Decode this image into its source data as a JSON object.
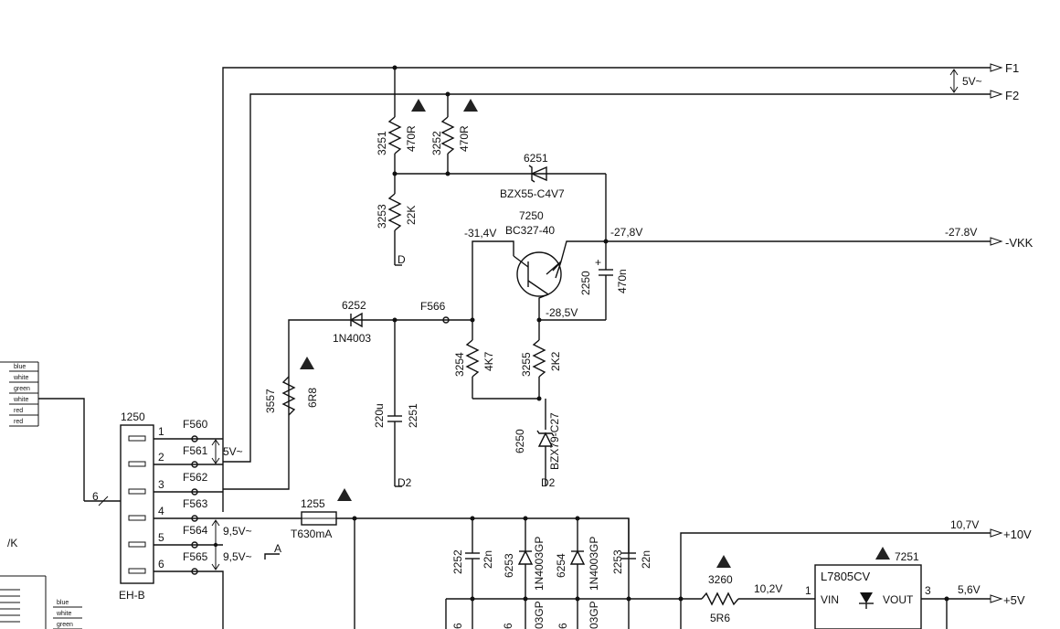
{
  "connectors": {
    "main": {
      "ref": "1250",
      "type": "EH-B",
      "pins": [
        "1",
        "2",
        "3",
        "4",
        "5",
        "6"
      ]
    },
    "bundle": "6",
    "cable_top": [
      "blue",
      "white",
      "green",
      "white",
      "red",
      "red"
    ],
    "cable_bottom": [
      "blue",
      "white",
      "green"
    ],
    "left_label": "/K"
  },
  "fuses": {
    "F560": "F560",
    "F561": "F561",
    "F562": "F562",
    "F563": "F563",
    "F564": "F564",
    "F565": "F565",
    "F566": "F566"
  },
  "nets": {
    "F1": "F1",
    "F2": "F2",
    "vkk": "-VKK",
    "p10": "+10V",
    "p5": "+5V",
    "ac5": "5V~",
    "ac5b": "5V~",
    "ac95a": "9,5V~",
    "ac95b": "9,5V~",
    "D": "D",
    "D2a": "D2",
    "D2b": "D2",
    "A": "A"
  },
  "voltages": {
    "v314": "-31,4V",
    "v278a": "-27,8V",
    "v278b": "-27.8V",
    "v285": "-28,5V",
    "v107": "10,7V",
    "v102": "10,2V",
    "v56": "5,6V"
  },
  "components": {
    "r3251": {
      "ref": "3251",
      "value": "470R"
    },
    "r3252": {
      "ref": "3252",
      "value": "470R"
    },
    "r3253": {
      "ref": "3253",
      "value": "22K"
    },
    "d6251": {
      "ref": "6251",
      "value": "BZX55-C4V7"
    },
    "q7250": {
      "ref": "7250",
      "value": "BC327-40"
    },
    "c2250": {
      "ref": "2250",
      "value": "470n"
    },
    "d6252": {
      "ref": "6252",
      "value": "1N4003"
    },
    "r3557": {
      "ref": "3557",
      "value": "6R8"
    },
    "c2251": {
      "ref": "2251",
      "value": "220u"
    },
    "r3254": {
      "ref": "3254",
      "value": "4K7"
    },
    "r3255": {
      "ref": "3255",
      "value": "2K2"
    },
    "d6250": {
      "ref": "6250",
      "value": "BZX79-C27"
    },
    "f1255": {
      "ref": "1255",
      "value": "T630mA"
    },
    "c2252": {
      "ref": "2252",
      "value": "22n"
    },
    "d6253": {
      "ref": "6253",
      "value": "1N4003GP"
    },
    "d6254": {
      "ref": "6254",
      "value": "1N4003GP"
    },
    "c2253": {
      "ref": "2253",
      "value": "22n"
    },
    "r3260": {
      "ref": "3260",
      "value": "5R6"
    },
    "u7251": {
      "ref": "7251",
      "value": "L7805CV",
      "vin": "VIN",
      "vout": "VOUT",
      "pin1": "1",
      "pin3": "3"
    }
  },
  "bottom_partial": [
    "6",
    "6",
    "03GP",
    "6",
    "03GP"
  ]
}
